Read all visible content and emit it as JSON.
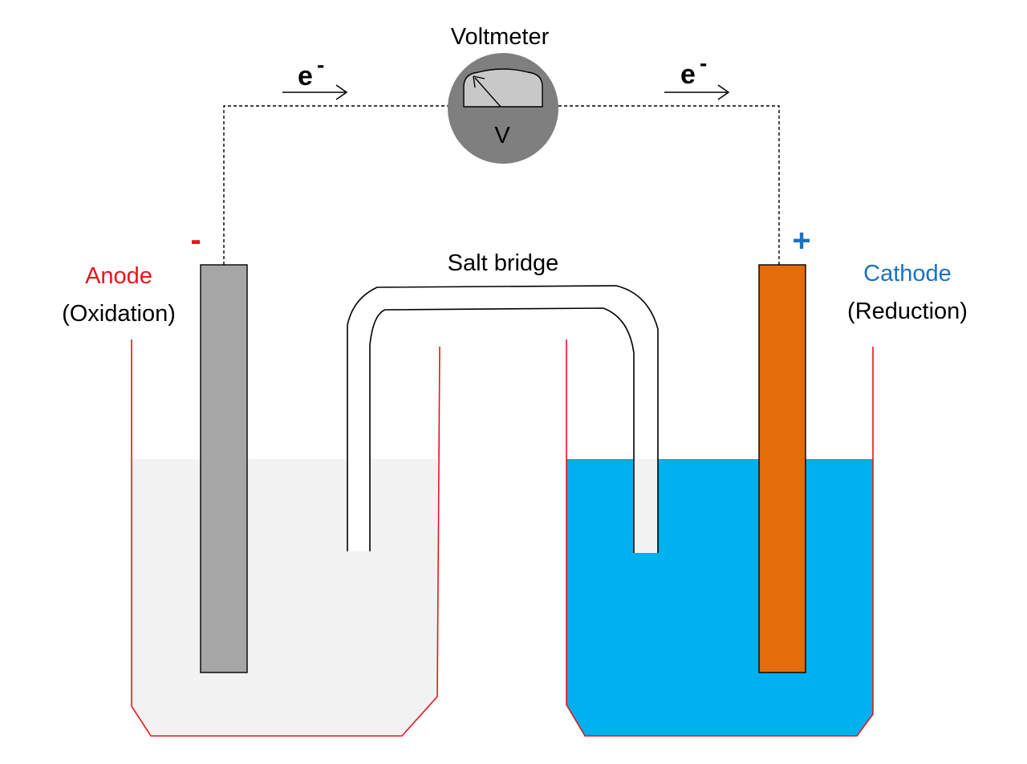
{
  "voltmeter": {
    "title": "Voltmeter",
    "symbol": "V"
  },
  "electron_flow": {
    "left_label": "e",
    "left_superscript": "-",
    "right_label": "e",
    "right_superscript": "-"
  },
  "anode": {
    "label": "Anode",
    "process": "(Oxidation)",
    "sign": "-",
    "color": "#e8141c",
    "electrode_color": "#a6a6a6"
  },
  "cathode": {
    "label": "Cathode",
    "process": "(Reduction)",
    "sign": "+",
    "color": "#1a72c0",
    "electrode_color": "#e46c0a"
  },
  "salt_bridge": {
    "label": "Salt bridge"
  },
  "solutions": {
    "anode_solution_color": "#f2f2f2",
    "cathode_solution_color": "#00b0ef",
    "beaker_outline_color": "#e8141c"
  }
}
